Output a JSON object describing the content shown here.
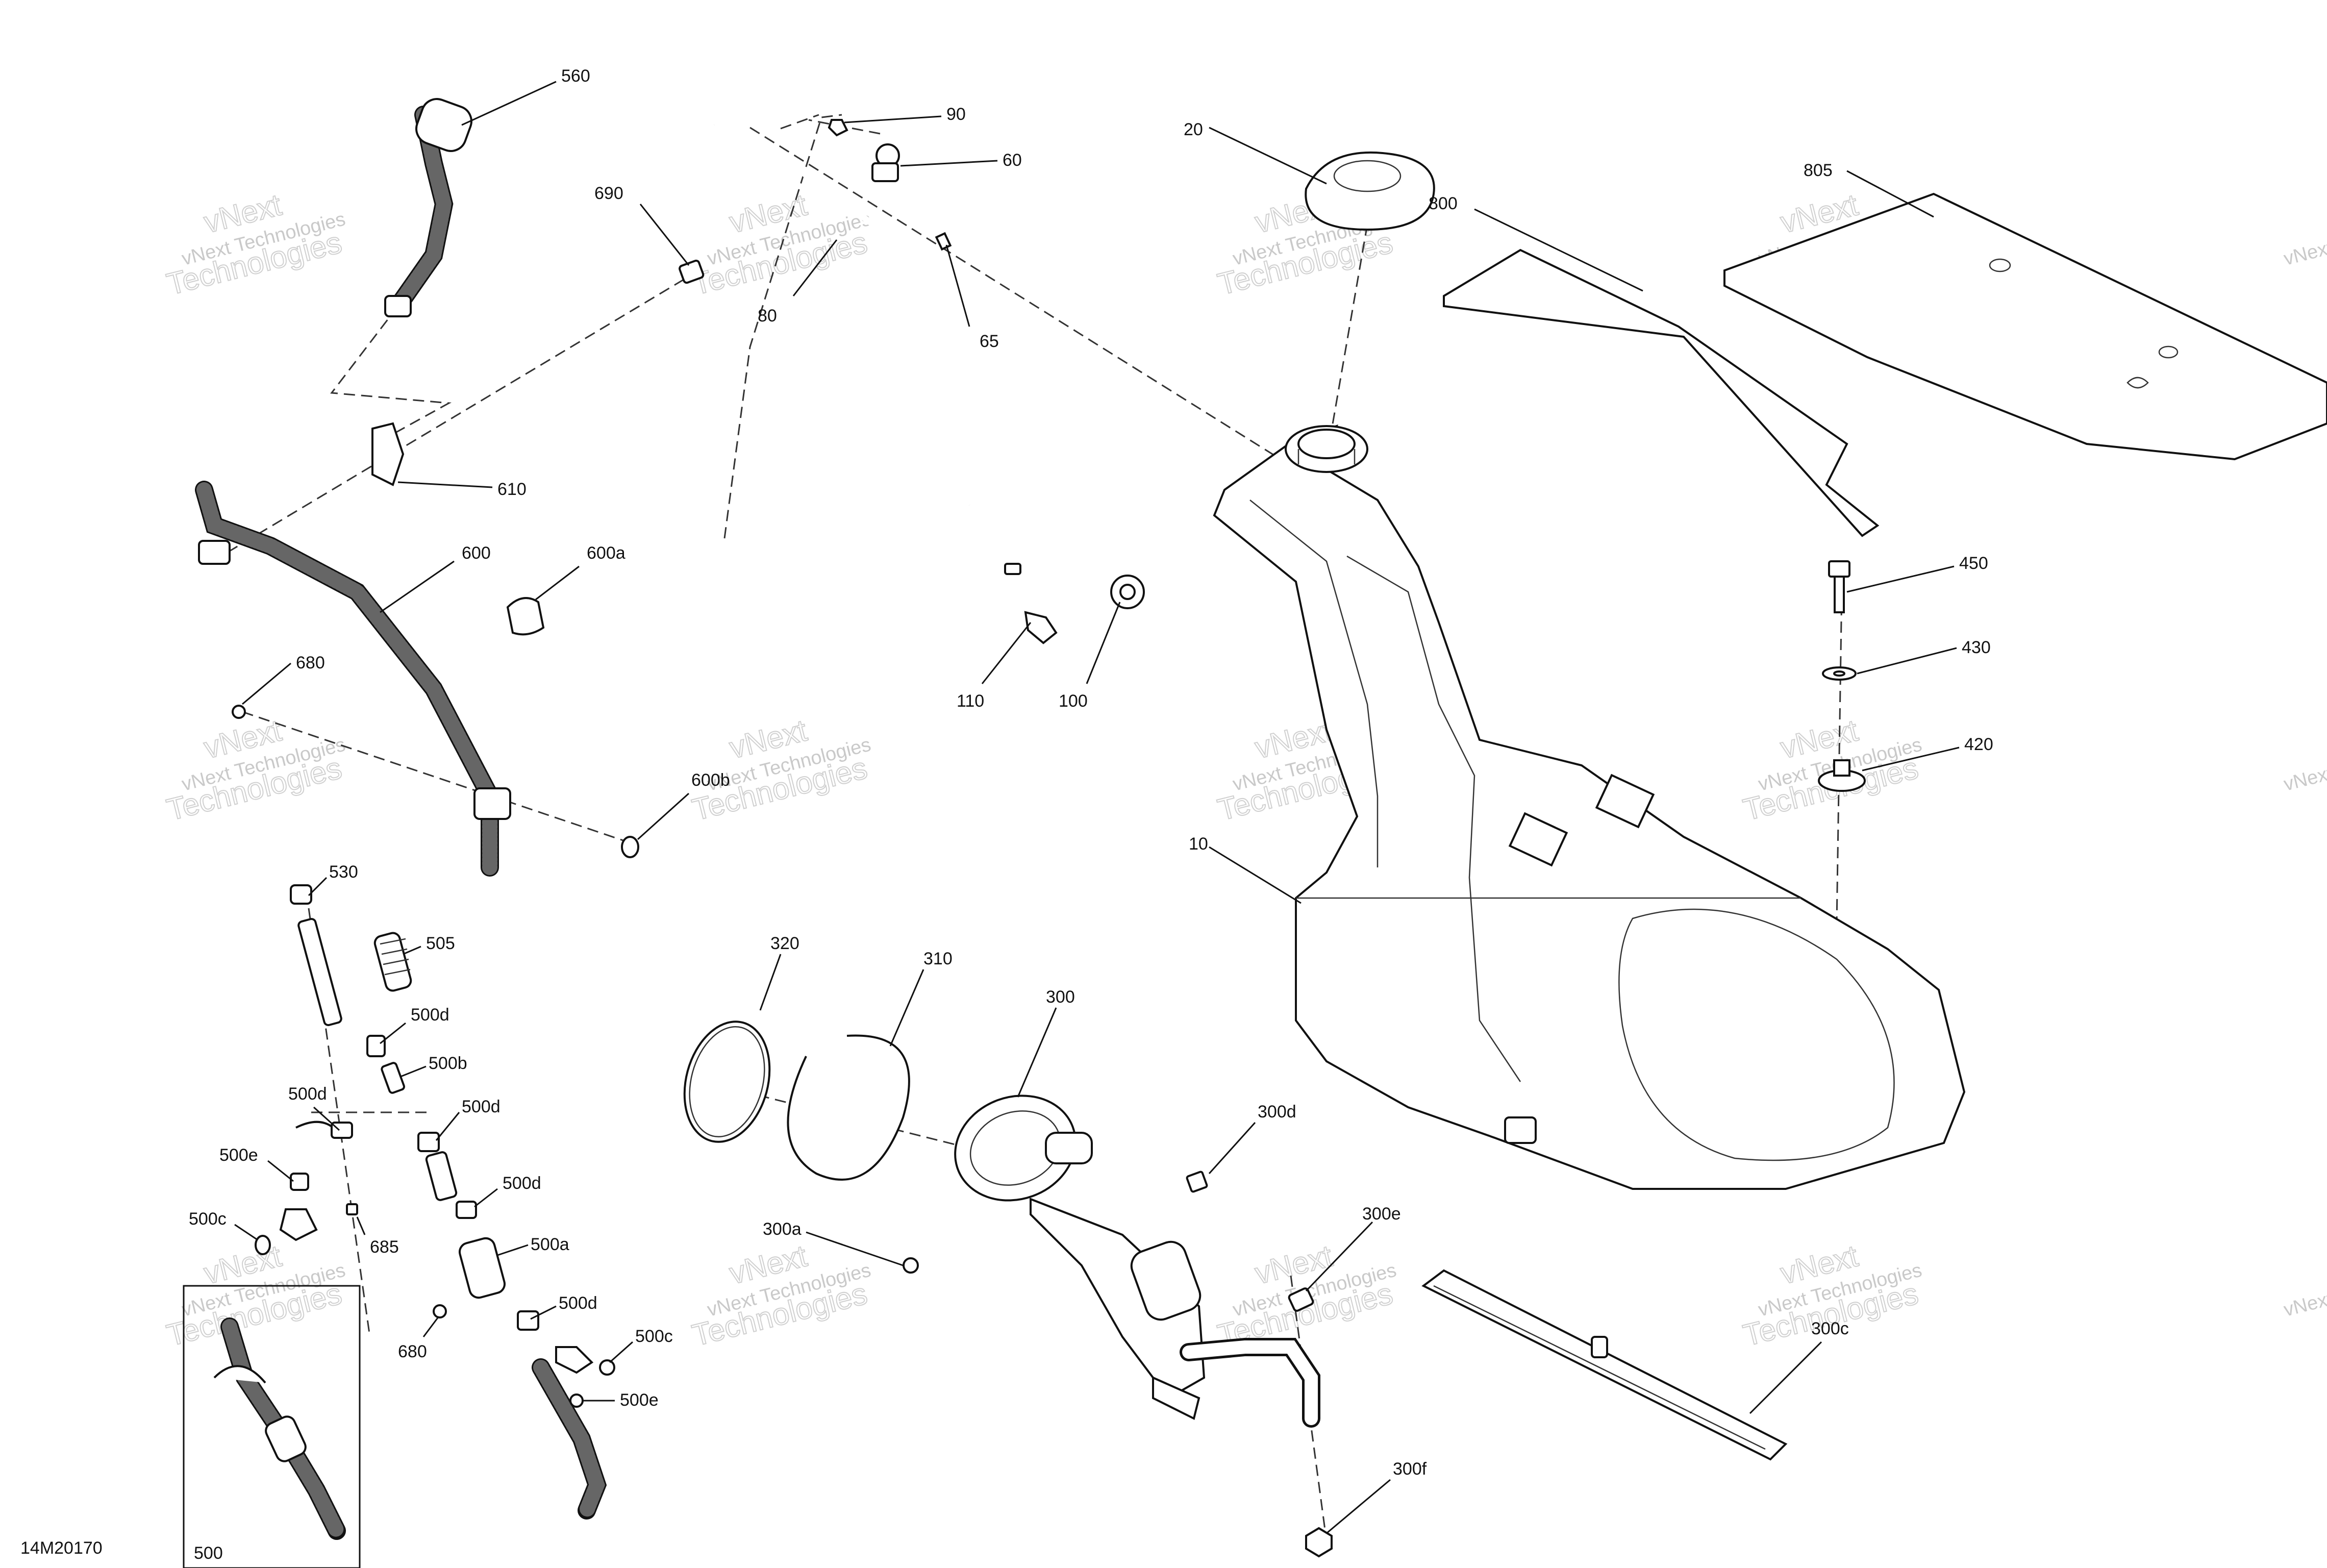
{
  "diagram": {
    "code": "14M20170",
    "inset_label": "500",
    "watermark_small": "vNext Technologies",
    "watermark_big_1": "vNext",
    "watermark_big_2": "Technologies",
    "labels": {
      "p560": "560",
      "p90": "90",
      "p60": "60",
      "p20": "20",
      "p805": "805",
      "p800": "800",
      "p690": "690",
      "p80": "80",
      "p65": "65",
      "p610": "610",
      "p600": "600",
      "p600a": "600a",
      "p450": "450",
      "p430": "430",
      "p680a": "680",
      "p110": "110",
      "p100": "100",
      "p420": "420",
      "p600b": "600b",
      "p10": "10",
      "p530": "530",
      "p505": "505",
      "p320": "320",
      "p310": "310",
      "p300": "300",
      "p500d_1": "500d",
      "p500b": "500b",
      "p500d_2": "500d",
      "p500d_3": "500d",
      "p500e_1": "500e",
      "p300d": "300d",
      "p500d_4": "500d",
      "p500c_1": "500c",
      "p685": "685",
      "p500a": "500a",
      "p300a": "300a",
      "p300e": "300e",
      "p500d_5": "500d",
      "p680b": "680",
      "p500c_2": "500c",
      "p500e_2": "500e",
      "p300c": "300c",
      "p300f": "300f"
    }
  }
}
